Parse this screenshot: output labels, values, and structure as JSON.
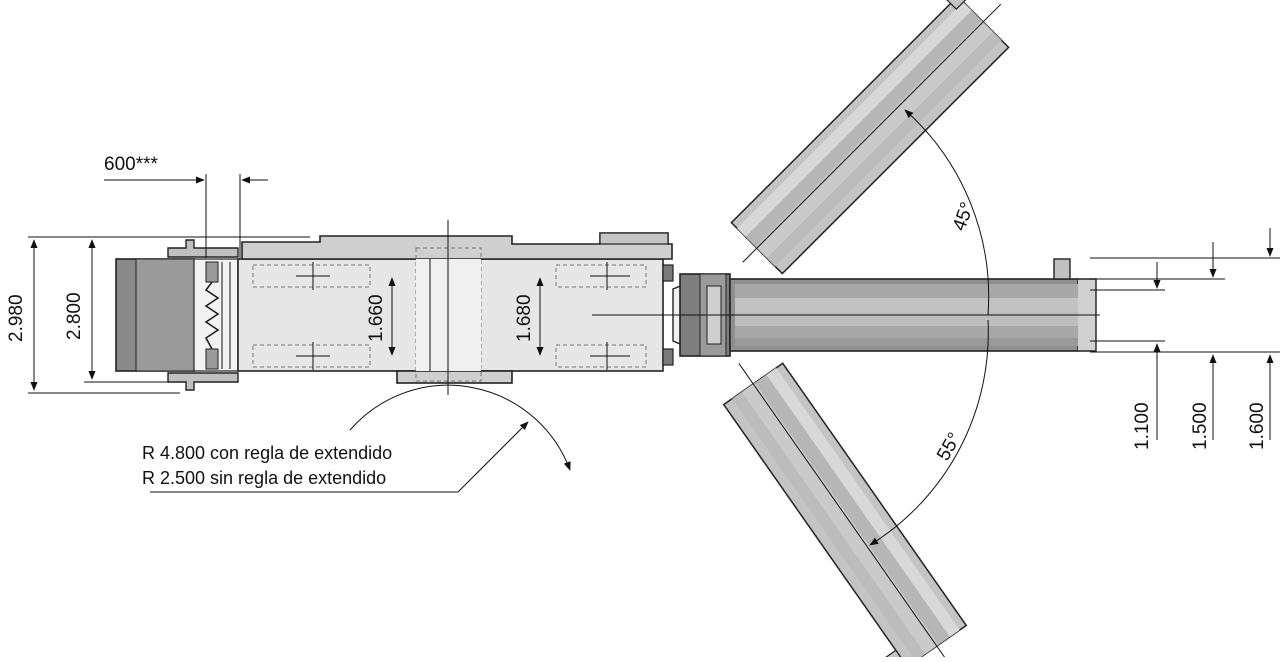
{
  "dimensions": {
    "width_600": "600***",
    "overall_2980": "2.980",
    "overall_2800": "2.800",
    "inner_1660": "1.660",
    "inner_1680": "1.680",
    "conv_1100": "1.100",
    "conv_1500": "1.500",
    "conv_1600": "1.600",
    "angle_45": "45°",
    "angle_55": "55°"
  },
  "notes": {
    "radius_with_ruler": "R 4.800 con regla de extendido",
    "radius_without_ruler": "R 2.500 sin regla de extendido"
  },
  "colors": {
    "body_light": "#e6e6e6",
    "body_mid": "#c8c8c8",
    "body_dark": "#7a7a7a",
    "conveyor_stripe": "#b0b0b0",
    "line": "#111111"
  }
}
